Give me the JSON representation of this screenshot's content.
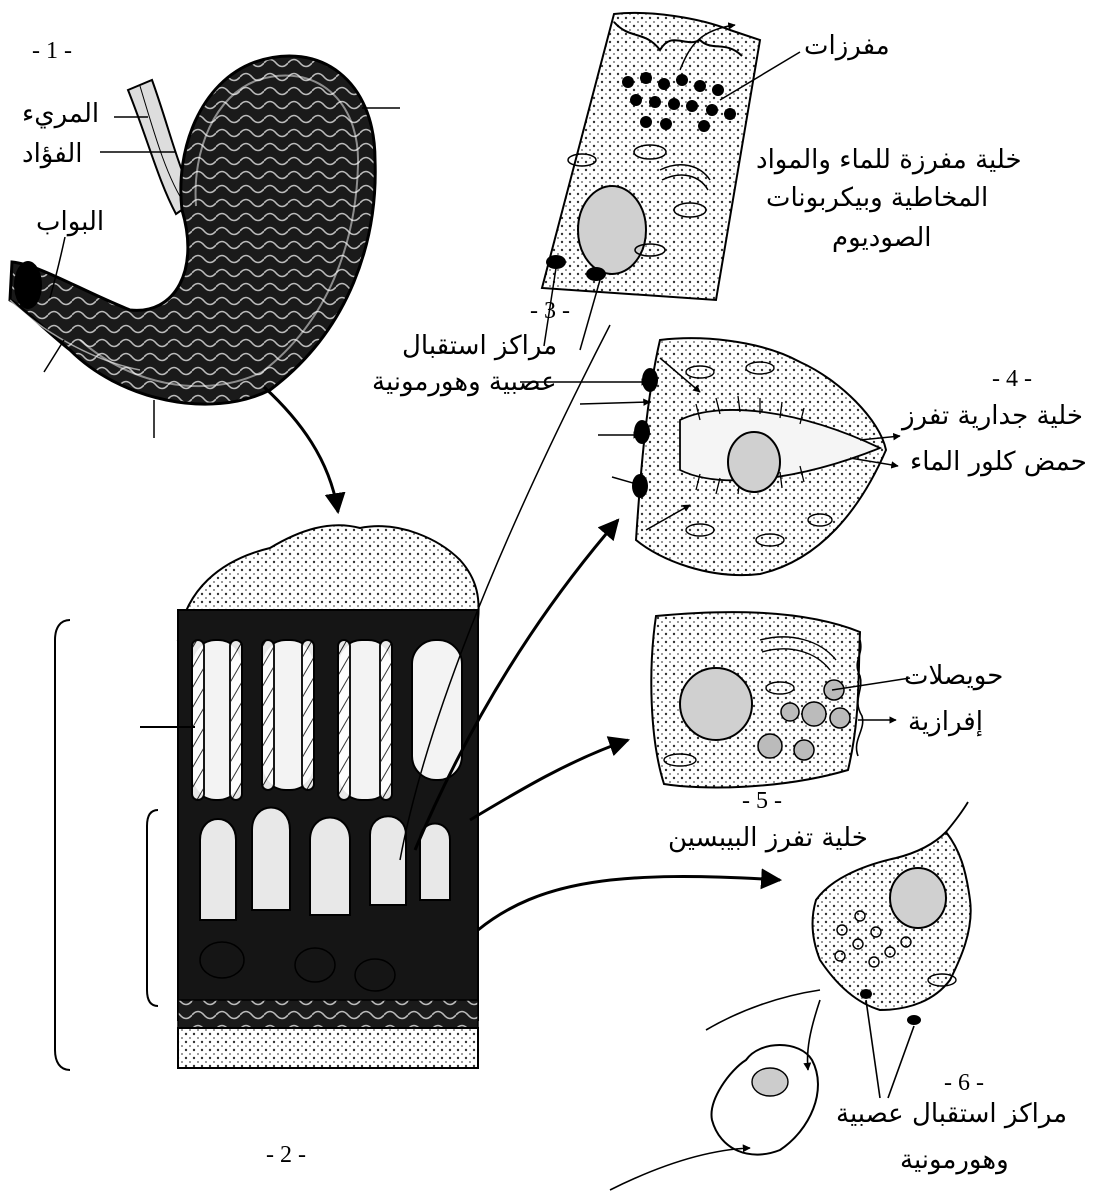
{
  "figure": {
    "stomach": {
      "number": "- 1 -",
      "labels": {
        "esophagus": "المريء",
        "cardia": "الفؤاد",
        "pylorus": "البواب"
      }
    },
    "mucosa_block": {
      "number": "- 2 -"
    },
    "mucous_cell": {
      "number": "- 3 -",
      "secretions": "مفرزات",
      "title_line1": "خلية مفرزة للماء والمواد",
      "title_line2": "المخاطية وبيكربونات",
      "title_line3": "الصوديوم",
      "receptors_line1": "مراكز استقبال",
      "receptors_line2": "عصبية وهورمونية"
    },
    "parietal_cell": {
      "number": "- 4 -",
      "title_line1": "خلية جدارية تفرز",
      "title_line2": "حمض كلور الماء"
    },
    "chief_cell": {
      "number": "- 5 -",
      "vesicles_line1": "حويصلات",
      "vesicles_line2": "إفرازية",
      "title": "خلية تفرز البيبسين"
    },
    "endocrine_cell": {
      "number": "- 6 -",
      "receptors_line1": "مراكز استقبال عصبية",
      "receptors_line2": "وهورمونية"
    }
  }
}
